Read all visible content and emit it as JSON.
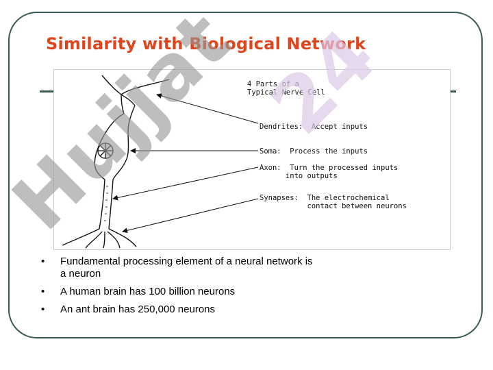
{
  "slide": {
    "title": "Similarity with Biological Network"
  },
  "figure": {
    "heading_line1": "4 Parts of a",
    "heading_line2": "Typical Nerve Cell",
    "labels": [
      {
        "line1": "Dendrites:  Accept inputs",
        "line2": ""
      },
      {
        "line1": "Soma:  Process the inputs",
        "line2": ""
      },
      {
        "line1": "Axon:  Turn the processed inputs",
        "line2": "      into outputs"
      },
      {
        "line1": "Synapses:  The electrochemical",
        "line2": "           contact between neurons"
      }
    ]
  },
  "bullets": [
    "Fundamental processing element of a neural network is a neuron",
    "A human brain has 100 billion neurons",
    "An ant brain has 250,000 neurons"
  ],
  "watermark": {
    "main": "Hujjat",
    "tail": "24"
  },
  "colors": {
    "title": "#e0441c",
    "frame": "#3b5b4f",
    "watermark": "#969696"
  }
}
